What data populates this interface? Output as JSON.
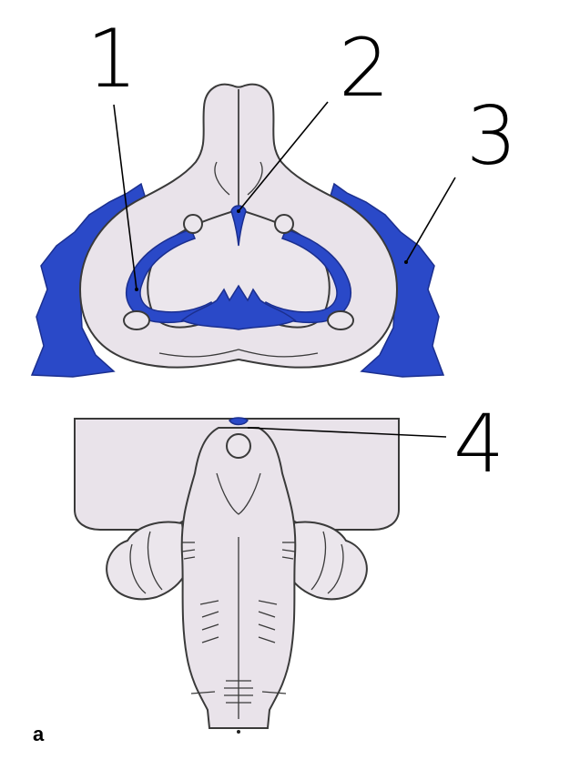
{
  "diagram": {
    "labels": [
      {
        "id": "1",
        "text": "1"
      },
      {
        "id": "2",
        "text": "2"
      },
      {
        "id": "3",
        "text": "3"
      },
      {
        "id": "4",
        "text": "4"
      }
    ],
    "panel_letter": "a",
    "colors": {
      "tissue": "#e9e3ea",
      "ventricle_blue": "#2a49c8",
      "outline": "#3a3a3a"
    }
  }
}
